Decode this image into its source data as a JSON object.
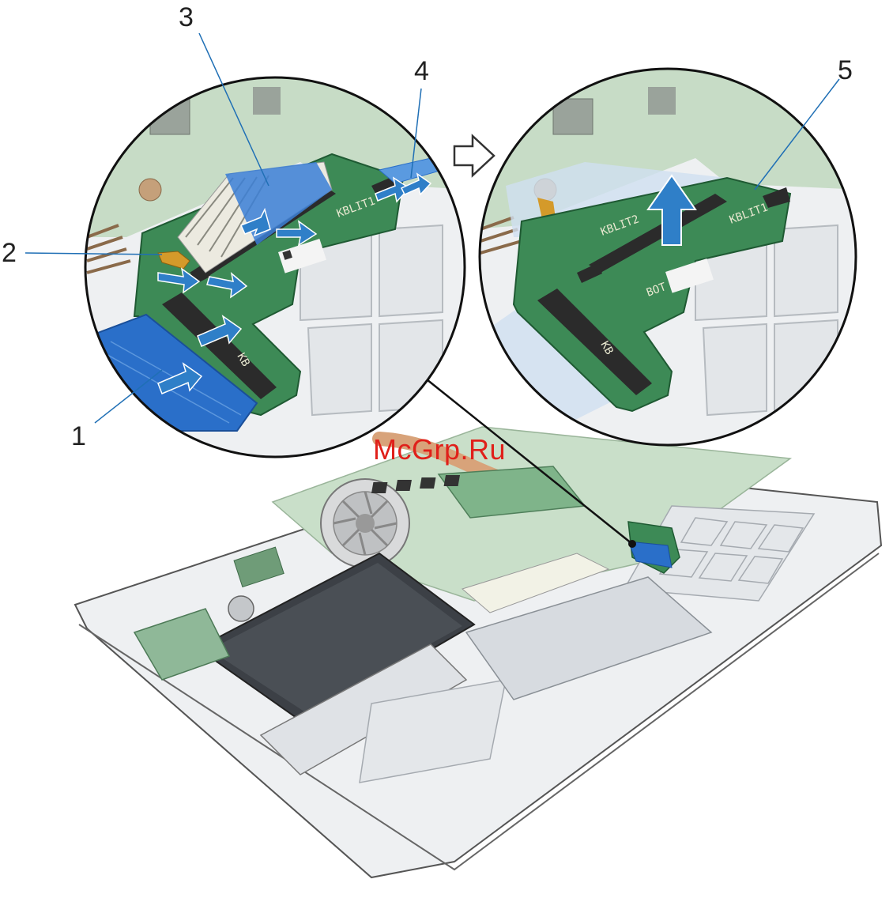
{
  "callouts": {
    "c1": "1",
    "c2": "2",
    "c3": "3",
    "c4": "4",
    "c5": "5"
  },
  "watermark": "McGrp.Ru",
  "board_labels": {
    "kblit2": "KBLIT2",
    "kblit1": "KBLIT1",
    "bot": "BOT",
    "kb": "KB"
  },
  "colors": {
    "pcb_green": "#3d8a56",
    "arrow_blue": "#2f7fc8",
    "cable_blue": "#2a6fc9",
    "chassis": "#e8ebee",
    "watermark_red": "#e0201a"
  }
}
